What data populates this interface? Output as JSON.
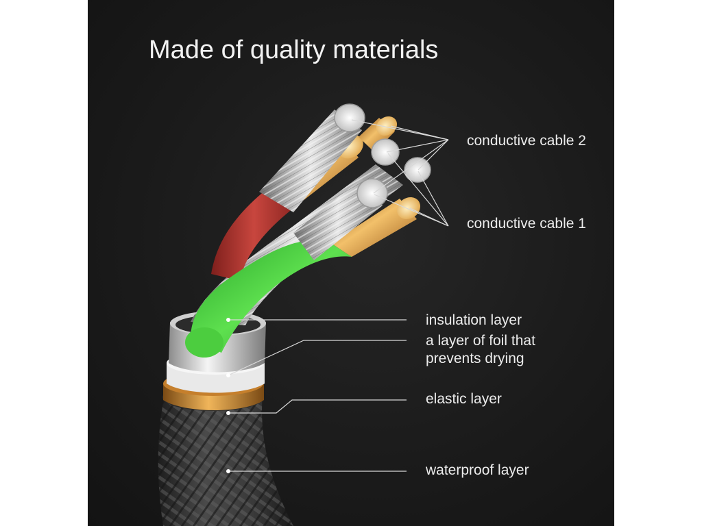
{
  "title": "Made of quality materials",
  "labels": {
    "conductive_cable_2": "conductive cable 2",
    "conductive_cable_1": "conductive cable 1",
    "insulation_layer": "insulation layer",
    "foil_layer_line1": "a layer of foil that",
    "foil_layer_line2": "prevents drying",
    "elastic_layer": "elastic layer",
    "waterproof_layer": "waterproof layer"
  },
  "colors": {
    "background": "#1b1b1b",
    "insulation_red": "#b8352f",
    "insulation_green": "#3fd23a",
    "copper": "#d99a38",
    "tinned_copper": "#d6d6d6",
    "braid": "#3a3a3a",
    "foil": "#e6e6e6",
    "elastic_ring": "#d48a32"
  }
}
